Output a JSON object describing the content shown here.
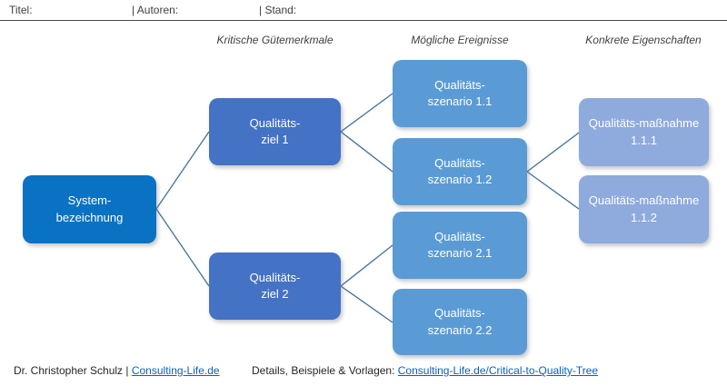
{
  "header": {
    "title_label": "Titel:",
    "authors_label": "| Autoren:",
    "date_label": "| Stand:"
  },
  "columns": [
    {
      "label": "Kritische Gütemerkmale"
    },
    {
      "label": "Mögliche Ereignisse"
    },
    {
      "label": "Konkrete Eigenschaften"
    }
  ],
  "nodes": {
    "system": {
      "line1": "System-",
      "line2": "bezeichnung"
    },
    "ziel1": {
      "line1": "Qualitäts-",
      "line2": "ziel 1"
    },
    "ziel2": {
      "line1": "Qualitäts-",
      "line2": "ziel 2"
    },
    "szen11": {
      "line1": "Qualitäts-",
      "line2": "szenario 1.1"
    },
    "szen12": {
      "line1": "Qualitäts-",
      "line2": "szenario 1.2"
    },
    "szen21": {
      "line1": "Qualitäts-",
      "line2": "szenario 2.1"
    },
    "szen22": {
      "line1": "Qualitäts-",
      "line2": "szenario 2.2"
    },
    "mass111": {
      "line1": "Qualitäts-maßnahme",
      "line2": "1.1.1"
    },
    "mass112": {
      "line1": "Qualitäts-maßnahme",
      "line2": "1.1.2"
    }
  },
  "footer": {
    "author_text": "Dr. Christopher Schulz | ",
    "author_link": "Consulting-Life.de",
    "details_text": "Details, Beispiele & Vorlagen: ",
    "details_link": "Consulting-Life.de/Critical-to-Quality-Tree"
  },
  "colors": {
    "system_node": "#0A72C2",
    "goal_node": "#4472C4",
    "scenario_node": "#5B9BD5",
    "measure_node": "#8FAADC",
    "connector": "#41719C",
    "link": "#0563C1",
    "text": "#404040"
  }
}
